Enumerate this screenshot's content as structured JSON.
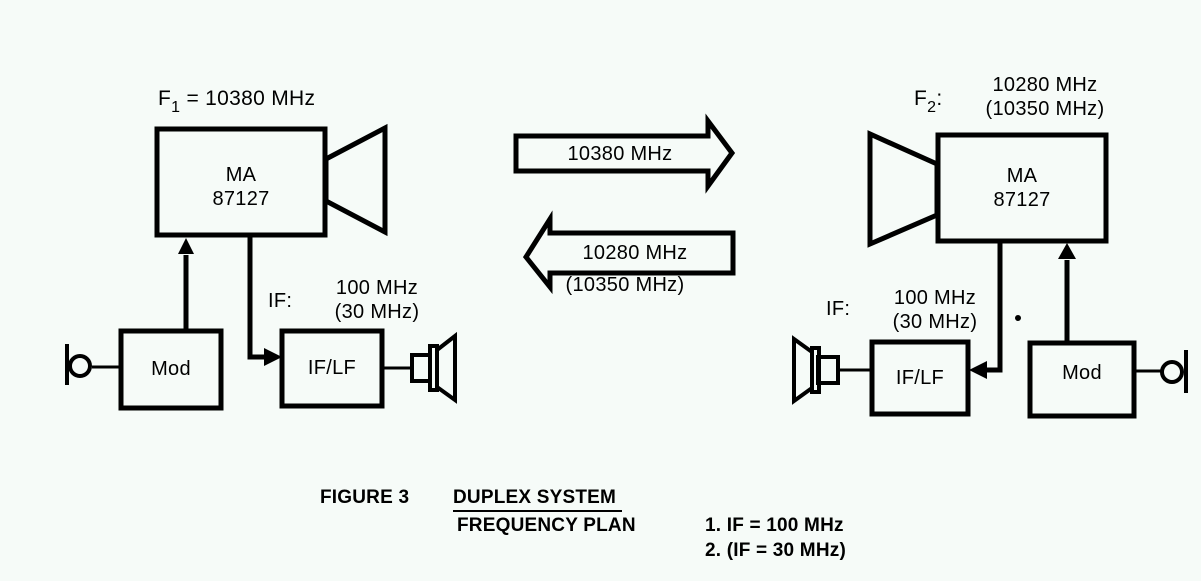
{
  "colors": {
    "background": "#f6fbf8",
    "ink": "#000000"
  },
  "left_station": {
    "freq_label_letter": "F",
    "freq_label_sub": "1",
    "freq_value": "= 10380 MHz",
    "transceiver": {
      "line1": "MA",
      "line2": "87127"
    },
    "if_label": "IF:",
    "if_value_1": "100 MHz",
    "if_value_2": "(30 MHz)",
    "mod_label": "Mod",
    "iflf_label": "IF/LF",
    "icons": [
      "microphone-icon",
      "speaker-icon",
      "horn-antenna-icon"
    ]
  },
  "right_station": {
    "freq_label_letter": "F",
    "freq_label_sub": "2",
    "freq_colon": ":",
    "freq_value_1": "10280 MHz",
    "freq_value_2": "(10350 MHz)",
    "transceiver": {
      "line1": "MA",
      "line2": "87127"
    },
    "if_label": "IF:",
    "if_value_1": "100 MHz",
    "if_value_2": "(30 MHz)",
    "mod_label": "Mod",
    "iflf_label": "IF/LF",
    "icons": [
      "microphone-icon",
      "speaker-icon",
      "horn-antenna-icon"
    ]
  },
  "links": {
    "forward": {
      "label": "10380 MHz",
      "direction": "right"
    },
    "reverse": {
      "label": "10280 MHz",
      "label_alt": "(10350 MHz)",
      "direction": "left"
    }
  },
  "caption": {
    "figure": "FIGURE 3",
    "title_line1": "DUPLEX SYSTEM",
    "title_line2": "FREQUENCY PLAN",
    "note1": "1. IF = 100 MHz",
    "note2": "2. (IF = 30 MHz)"
  }
}
